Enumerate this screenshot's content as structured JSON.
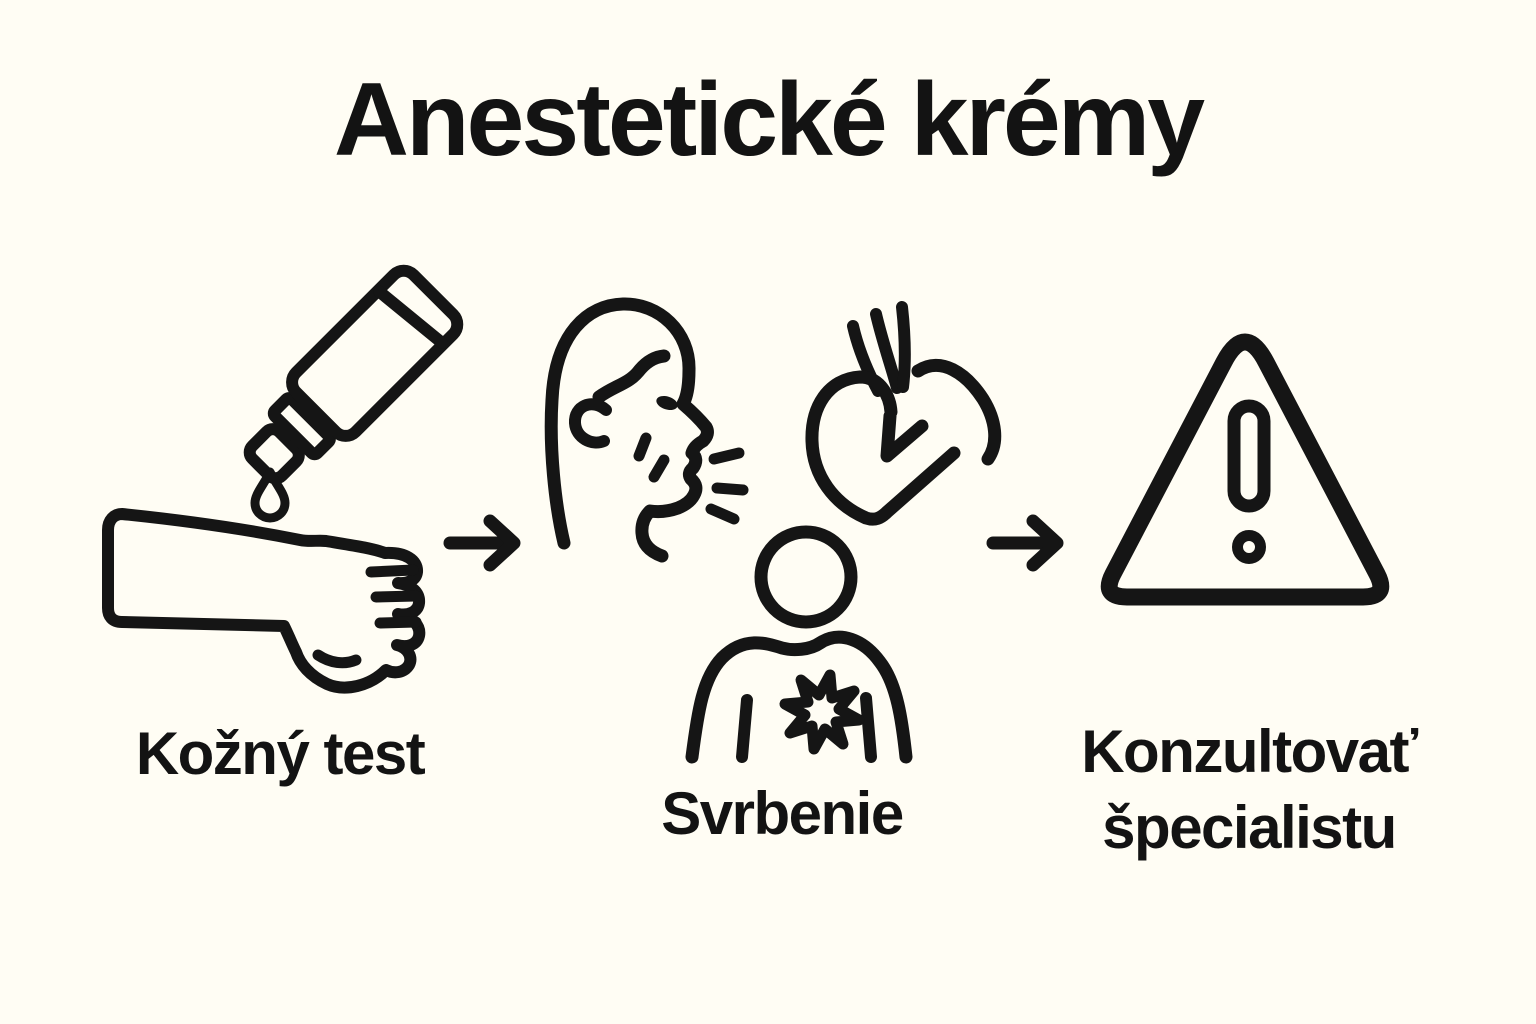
{
  "title": "Anestetické krémy",
  "steps": [
    {
      "label": "Kožný test",
      "icon": "cream-tube-drop-on-arm-icon"
    },
    {
      "label": "Svrbenie",
      "icon": "coughing-face-scratching-hand-chest-pain-icon"
    },
    {
      "label": "Konzultovať špecialistu",
      "icon": "warning-triangle-icon"
    }
  ],
  "connectors": [
    {
      "icon": "right-arrow-icon"
    },
    {
      "icon": "right-arrow-icon"
    }
  ],
  "colors": {
    "background": "#FFFDF4",
    "ink": "#151515",
    "accent": "#EDAC44",
    "skin": "#FBE5C5",
    "triangle_fill": "#F8C77B",
    "triangle_inner": "#FCD79A"
  }
}
